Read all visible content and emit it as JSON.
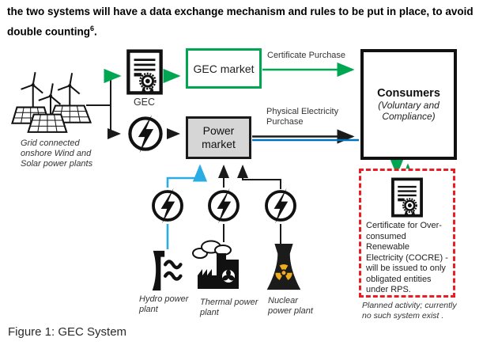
{
  "intro": {
    "line1": "the two systems will have a data exchange mechanism and rules to be put in place, to avoid",
    "line2_pre": "double counting",
    "line2_sup": "6",
    "line2_post": "."
  },
  "figure": {
    "caption": "Figure 1: GEC System"
  },
  "diagram": {
    "source_label": {
      "line1": "Grid connected",
      "line2": "onshore Wind and",
      "line3": "Solar power plants"
    },
    "gec": {
      "label": "GEC"
    },
    "gec_market": {
      "label": "GEC market"
    },
    "power_market": {
      "line1": "Power",
      "line2": "market"
    },
    "consumers": {
      "title": "Consumers",
      "sub1": "(Voluntary and",
      "sub2": "Compliance)"
    },
    "flows": {
      "certificate_purchase": "Certificate Purchase",
      "physical1": "Physical Electricity",
      "physical2": "Purchase"
    },
    "plants": {
      "hydro": {
        "line1": "Hydro power",
        "line2": "plant"
      },
      "thermal": {
        "line1": "Thermal power",
        "line2": "plant"
      },
      "nuclear": {
        "line1": "Nuclear",
        "line2": "power plant"
      }
    },
    "cocre": {
      "text": "Certificate for Over-consumed Renewable Electricity (COCRE) - will be issued to only obligated entities under RPS.",
      "note1": "Planned activity; currently",
      "note2": "no such system exist ."
    },
    "colors": {
      "green": "#00a651",
      "red": "#ec1c24",
      "blue_physical": "#0072bc",
      "blue_hydro": "#2bace2",
      "market_gray": "#d6d6d6"
    }
  }
}
